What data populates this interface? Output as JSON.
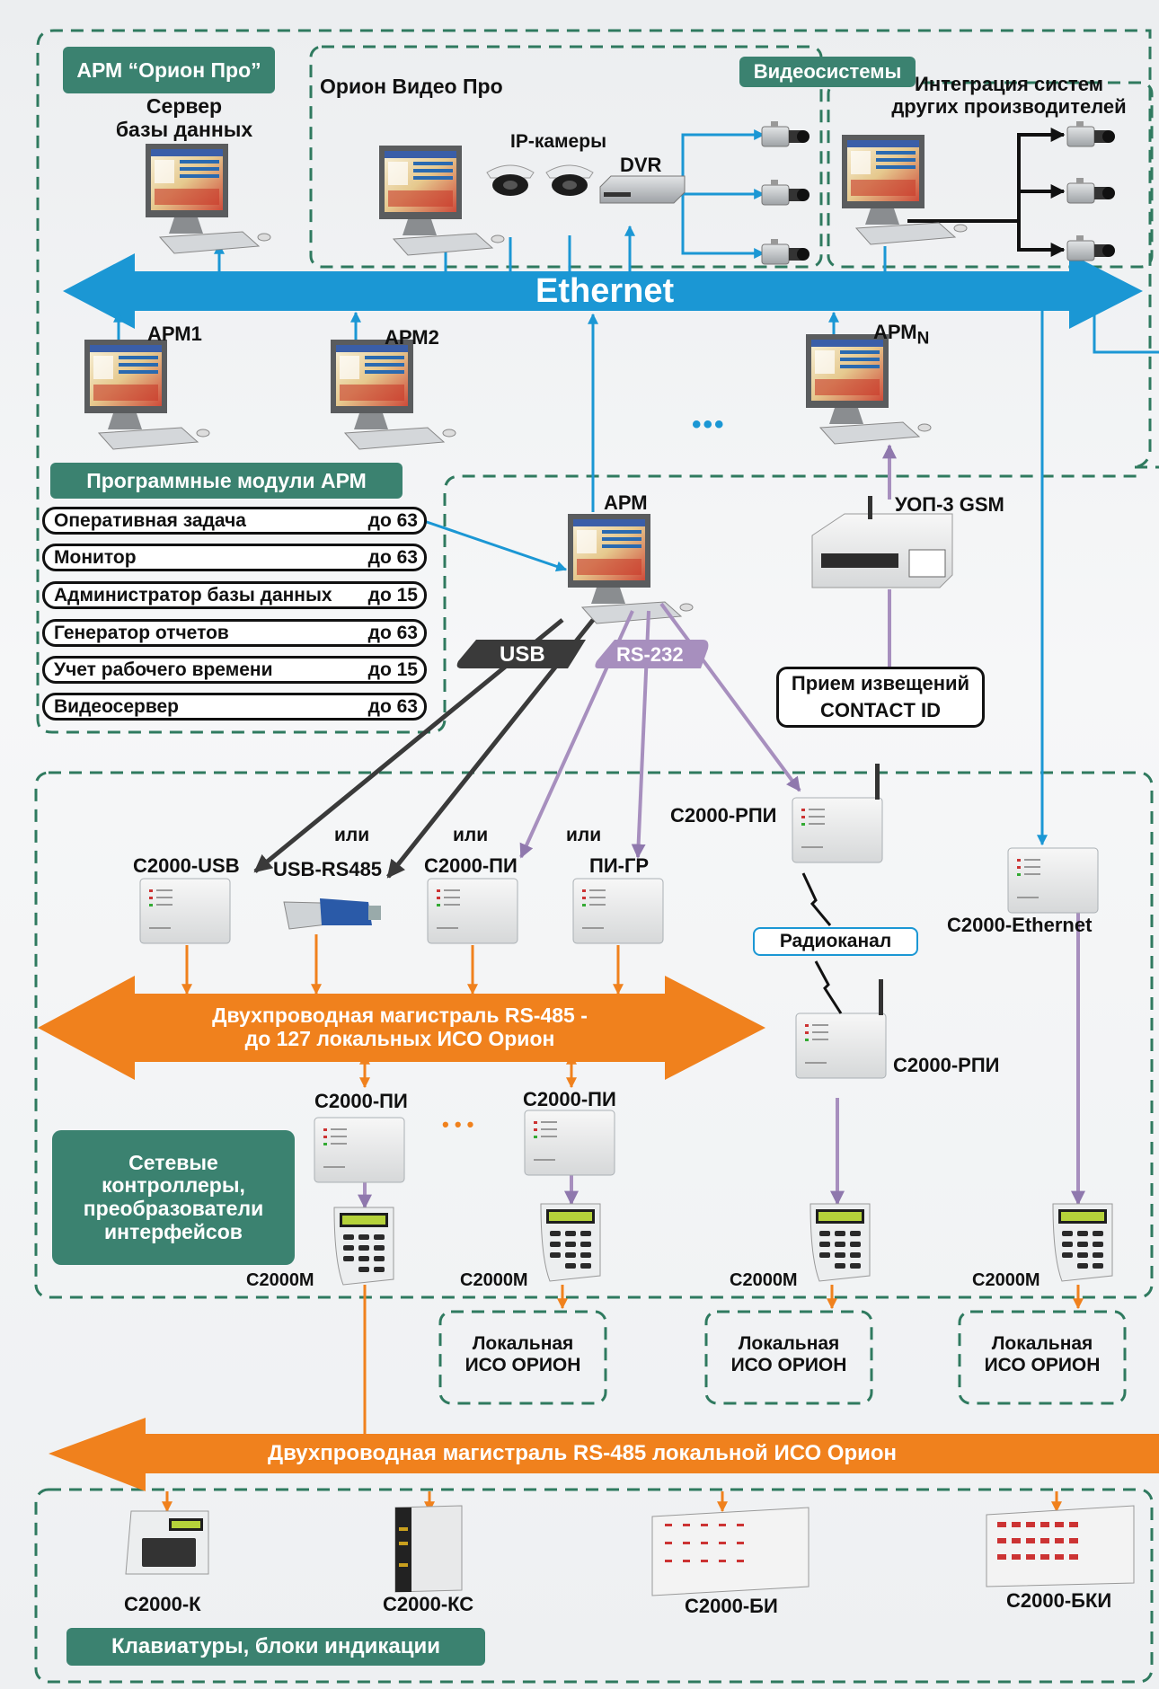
{
  "colors": {
    "ethernet": "#1b97d4",
    "rs485": "#f0811d",
    "rs232": "#a78fbe",
    "usb": "#3a3a3a",
    "frame": "#2f7a5f",
    "tag_bg": "#3b8270"
  },
  "top": {
    "apm_tag": "АРМ “Орион Про”",
    "server_label": "Сервер\nбазы данных",
    "orion_video": "Орион Видео Про",
    "video_tag": "Видеосистемы",
    "integration": "Интеграция систем\nдругих производителей",
    "ip_cameras": "IP-камеры",
    "dvr": "DVR",
    "ethernet": "Ethernet",
    "apm1": "АРМ1",
    "apm2": "АРМ2",
    "apmn": "АРМ",
    "apmn_sub": "N",
    "ellipsis": "•••"
  },
  "modules": {
    "title": "Программные модули АРМ",
    "items": [
      {
        "name": "Оперативная задача",
        "limit": "до 63"
      },
      {
        "name": "Монитор",
        "limit": "до 63"
      },
      {
        "name": "Администратор базы данных",
        "limit": "до 15"
      },
      {
        "name": "Генератор отчетов",
        "limit": "до 63"
      },
      {
        "name": "Учет рабочего времени",
        "limit": "до 15"
      },
      {
        "name": "Видеосервер",
        "limit": "до 63"
      }
    ]
  },
  "center": {
    "apm": "АРМ",
    "uop": "УОП-3 GSM",
    "usb": "USB",
    "rs232": "RS-232",
    "contact_id": "Прием извещений\nCONTACT ID"
  },
  "devices": {
    "or1": "или",
    "or2": "или",
    "or3": "или",
    "c2000_usb": "С2000-USB",
    "usb_rs485": "USB-RS485",
    "c2000_pi": "С2000-ПИ",
    "pi_gr": "ПИ-ГР",
    "rpi_top": "С2000-РПИ",
    "rpi_bottom": "С2000-РПИ",
    "radio": "Радиоканал",
    "ethernet_dev": "С2000-Ethernet",
    "rs485_main": "Двухпроводная магистраль RS-485 -\nдо 127 локальных ИСО Орион",
    "pi_left": "С2000-ПИ",
    "pi_right": "С2000-ПИ",
    "dots": "• • •",
    "net_tag": "Сетевые\nконтроллеры,\nпреобразователи\nинтерфейсов",
    "c2000m_1": "С2000М",
    "c2000m_2": "С2000М",
    "c2000m_3": "С2000М",
    "c2000m_4": "С2000М",
    "local": "Локальная\nИСО ОРИОН"
  },
  "bottom": {
    "rs485_local": "Двухпроводная магистраль RS-485  локальной ИСО Орион",
    "c2000k": "С2000-К",
    "c2000ks": "С2000-КС",
    "c2000bi": "С2000-БИ",
    "c2000bki": "С2000-БКИ",
    "tag": "Клавиатуры, блоки индикации"
  }
}
